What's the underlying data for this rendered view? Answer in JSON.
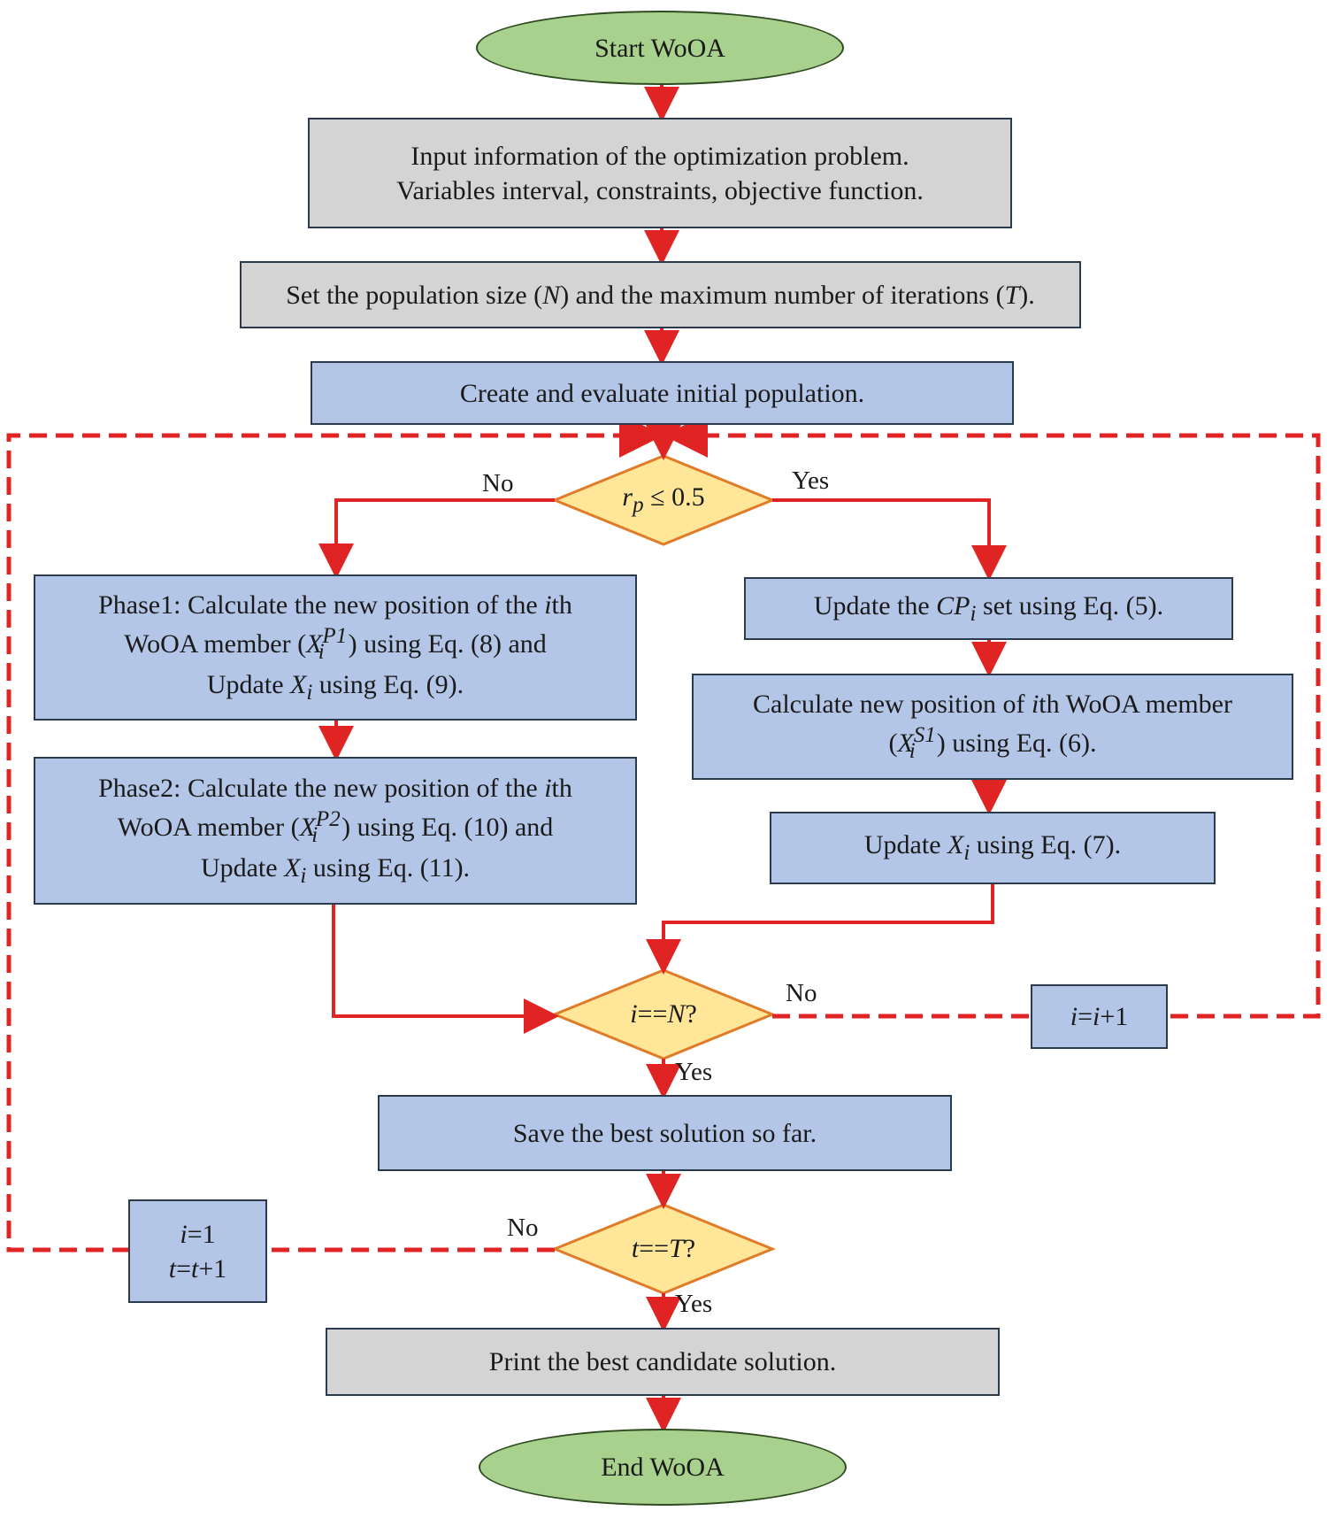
{
  "nodes": {
    "start": "Start WoOA",
    "input": {
      "line1": "Input information of the optimization problem.",
      "line2": "Variables interval, constraints, objective function."
    },
    "set_population": {
      "pre": "Set the population size (",
      "n": "N",
      "mid": ") and the maximum number of iterations (",
      "t": "T",
      "post": ")."
    },
    "create_population": "Create and evaluate initial population.",
    "decision_rp": {
      "var": "r",
      "sub": "p",
      "rest": " ≤ 0.5"
    },
    "phase1": {
      "line1_pre": "Phase1: Calculate the new position of the ",
      "line1_i": "i",
      "line1_post": "th",
      "line2_pre": "WoOA member (",
      "line2_x": "X",
      "line2_sub": "i",
      "line2_sup": "P1",
      "line2_post": ") using Eq. (8) and",
      "line3_pre": "Update ",
      "line3_x": "X",
      "line3_sub": "i",
      "line3_post": " using Eq. (9)."
    },
    "phase2": {
      "line1_pre": "Phase2: Calculate the new position of the  ",
      "line1_i": "i",
      "line1_post": "th",
      "line2_pre": "WoOA member (",
      "line2_x": "X",
      "line2_sub": "i",
      "line2_sup": "P2",
      "line2_post": ") using Eq. (10) and",
      "line3_pre": "Update ",
      "line3_x": "X",
      "line3_sub": "i",
      "line3_post": " using Eq. (11)."
    },
    "update_cp": {
      "pre": "Update the ",
      "cp": "CP",
      "sub": "i",
      "post": " set using Eq. (5)."
    },
    "calc_s1": {
      "line1_pre": "Calculate new position of ",
      "line1_i": "i",
      "line1_post": "th WoOA member",
      "line2_pre": "(",
      "line2_x": "X",
      "line2_sub": "i",
      "line2_sup": "S1",
      "line2_post": ") using Eq. (6)."
    },
    "update_x7": {
      "pre": "Update ",
      "x": "X",
      "sub": "i",
      "post": " using Eq. (7)."
    },
    "decision_n": {
      "i": "i",
      "eq": "==",
      "n": "N",
      "q": "?"
    },
    "increment_i": {
      "i1": "i",
      "eq": "=",
      "i2": "i",
      "post": "+1"
    },
    "save_best": "Save the best solution so far.",
    "decision_t": {
      "t": "t",
      "eq": "==",
      "tt": "T",
      "q": "?"
    },
    "reset_box": {
      "line1_i": "i",
      "line1_post": "=1",
      "line2_t1": "t",
      "line2_eq": "=",
      "line2_t2": "t",
      "line2_post": "+1"
    },
    "print_best": "Print the best candidate solution.",
    "end": "End WoOA"
  },
  "edge_labels": {
    "rp_no": "No",
    "rp_yes": "Yes",
    "n_no": "No",
    "n_yes": "Yes",
    "t_no": "No",
    "t_yes": "Yes"
  },
  "colors": {
    "arrow": "#e02424",
    "oval_fill": "#a9d18e",
    "gray_fill": "#d4d4d4",
    "blue_fill": "#b4c6e7",
    "diamond_fill": "#ffe699",
    "diamond_stroke": "#e07b28"
  }
}
